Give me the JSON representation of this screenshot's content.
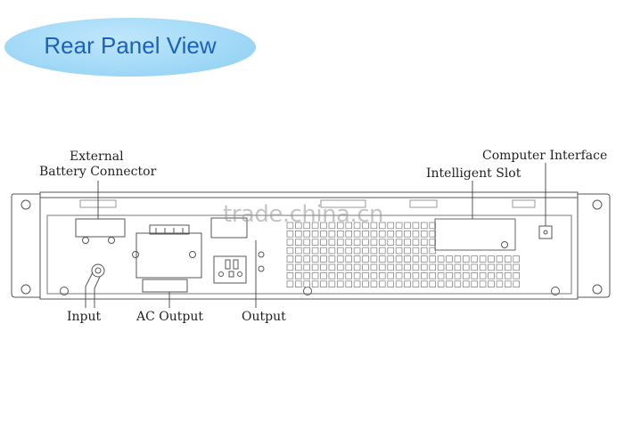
{
  "badge": {
    "title": "Rear Panel View"
  },
  "watermark": "trade.china.cn",
  "labels": {
    "external_line1": "External",
    "external_line2": "Battery Connector",
    "computer_interface": "Computer Interface",
    "intelligent_slot": "Intelligent Slot",
    "input": "Input",
    "ac_output": "AC Output",
    "output": "Output"
  },
  "colors": {
    "badge_fill": "#a3daf7",
    "badge_text": "#1c63b7",
    "line": "#555555"
  }
}
